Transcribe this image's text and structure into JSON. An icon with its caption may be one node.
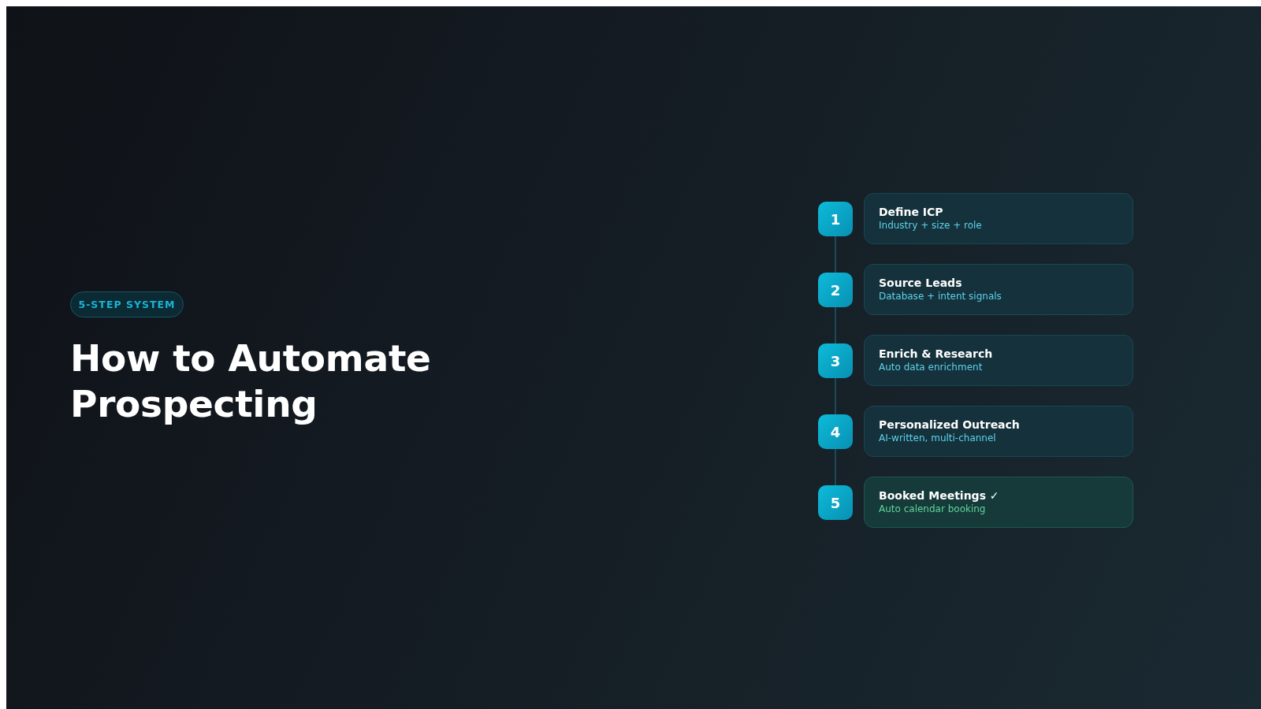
{
  "diagram": {
    "title": "How to Automate Prospecting",
    "nodes": [
      {
        "text": [
          "5-STEP SYSTEM"
        ]
      },
      {
        "text": [
          "1"
        ]
      },
      {
        "text": [
          "Define ICP",
          "Industry + size + role"
        ]
      },
      {
        "text": [
          "2"
        ]
      },
      {
        "text": [
          "Source Leads",
          "Database + intent signals"
        ]
      },
      {
        "text": [
          "3"
        ]
      },
      {
        "text": [
          "Enrich & Research",
          "Auto data enrichment"
        ]
      },
      {
        "text": [
          "4"
        ]
      },
      {
        "text": [
          "Personalized Outreach",
          "AI-written, multi-channel"
        ]
      },
      {
        "text": [
          "5"
        ]
      },
      {
        "text": [
          "Booked Meetings ✓",
          "Auto calendar booking"
        ]
      }
    ],
    "edges": [
      {
        "from": 1,
        "to": 3,
        "arrow": "none"
      },
      {
        "from": 3,
        "to": 5,
        "arrow": "none"
      },
      {
        "from": 5,
        "to": 7,
        "arrow": "none"
      },
      {
        "from": 7,
        "to": 9,
        "arrow": "none"
      }
    ]
  }
}
